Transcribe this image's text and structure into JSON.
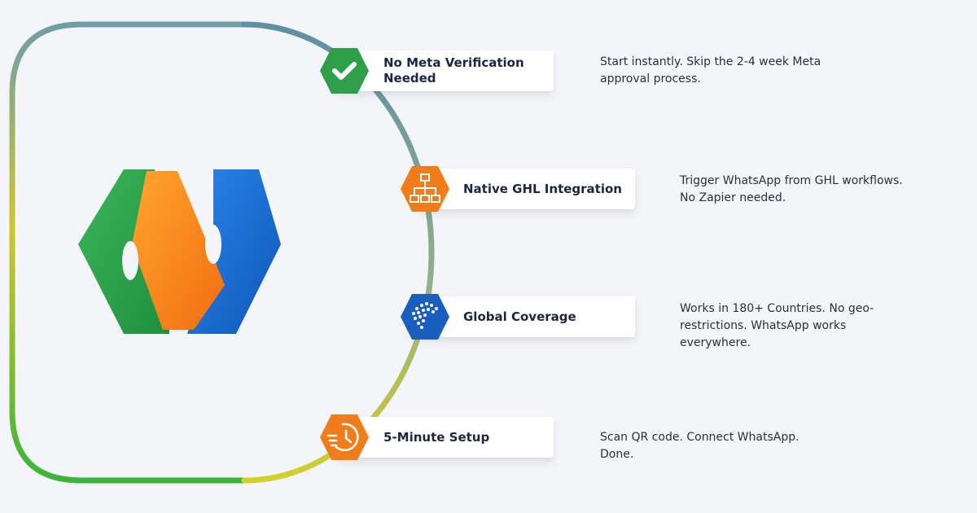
{
  "logo": {
    "name": "app-logo",
    "colors": {
      "green": "#2fa84f",
      "orange": "#f5801a",
      "blue": "#1a6fd0"
    }
  },
  "colors": {
    "track_start": "#6b9fb0",
    "track_mid": "#d8cc2a",
    "track_end": "#3fb83a"
  },
  "features": [
    {
      "title_lines": [
        "No Meta Verification",
        "Needed"
      ],
      "icon": "checkmark-icon",
      "icon_color": "#2e9f48",
      "description_lines": [
        "Start instantly. Skip the 2-4 week Meta",
        "approval process."
      ]
    },
    {
      "title_lines": [
        "Native GHL Integration"
      ],
      "icon": "hierarchy-icon",
      "icon_color": "#f07d1a",
      "description_lines": [
        "Trigger WhatsApp from GHL workflows.",
        "No Zapier needed."
      ]
    },
    {
      "title_lines": [
        "Global Coverage"
      ],
      "icon": "globe-icon",
      "icon_color": "#1a5fc0",
      "description_lines": [
        "Works in 180+ Countries. No geo-",
        "restrictions. WhatsApp works",
        "everywhere."
      ]
    },
    {
      "title_lines": [
        "5-Minute Setup"
      ],
      "icon": "clock-icon",
      "icon_color": "#f07d1a",
      "description_lines": [
        "Scan QR code. Connect WhatsApp.",
        "Done."
      ]
    }
  ]
}
